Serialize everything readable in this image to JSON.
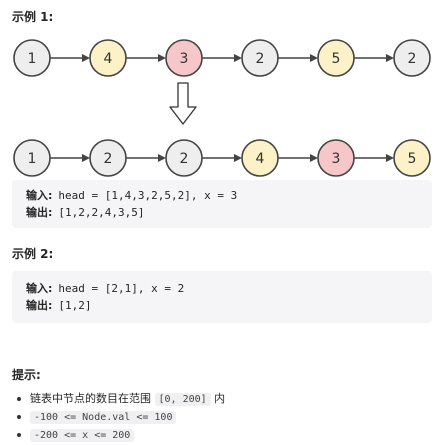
{
  "example1": {
    "title": "示例 1:",
    "before_nodes": [
      "1",
      "4",
      "3",
      "2",
      "5",
      "2"
    ],
    "after_nodes": [
      "1",
      "2",
      "2",
      "4",
      "3",
      "5"
    ],
    "input_label": "输入:",
    "input_value": "head = [1,4,3,2,5,2], x = 3",
    "output_label": "输出:",
    "output_value": "[1,2,2,4,3,5]"
  },
  "example2": {
    "title": "示例 2:",
    "input_label": "输入:",
    "input_value": "head = [2,1], x = 2",
    "output_label": "输出:",
    "output_value": "[1,2]"
  },
  "hints": {
    "title": "提示:",
    "items": [
      {
        "text": "链表中节点的数目在范围 ",
        "code": "[0, 200]",
        "tail": " 内"
      },
      {
        "text": "",
        "code": "-100 <= Node.val <= 100",
        "tail": ""
      },
      {
        "text": "",
        "code": "-200 <= x <= 200",
        "tail": ""
      }
    ]
  },
  "colors": {
    "plain": "#eeeeee",
    "yellow": "#fdf1c7",
    "red": "#f7c6c9",
    "stroke": "#444444"
  },
  "node_color_map": {
    "before": [
      "plain",
      "yellow",
      "red",
      "plain",
      "yellow",
      "plain"
    ],
    "after": [
      "plain",
      "plain",
      "plain",
      "yellow",
      "red",
      "yellow"
    ]
  }
}
